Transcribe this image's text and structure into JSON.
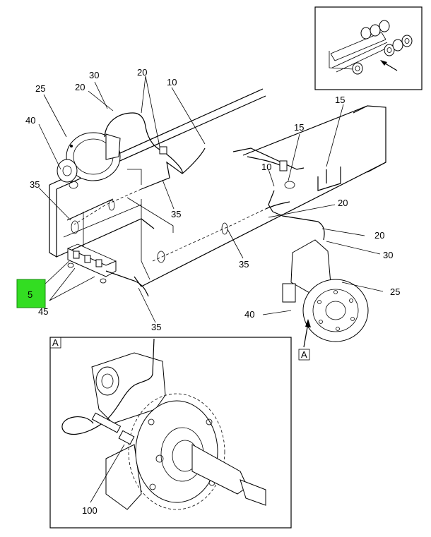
{
  "callouts": {
    "c25a": "25",
    "c30a": "30",
    "c20a": "20",
    "c20b": "20",
    "c10a": "10",
    "c40a": "40",
    "c35a": "35",
    "c35b": "35",
    "c35c": "35",
    "c35d": "35",
    "c5": "5",
    "c45": "45",
    "c15a": "15",
    "c15b": "15",
    "c10b": "10",
    "c20c": "20",
    "c20d": "20",
    "c30b": "30",
    "c25b": "25",
    "c40b": "40",
    "c100": "100"
  },
  "view_labels": {
    "arrow_ref": "A",
    "detail_ref": "A"
  },
  "highlight_color": "#33dd22"
}
